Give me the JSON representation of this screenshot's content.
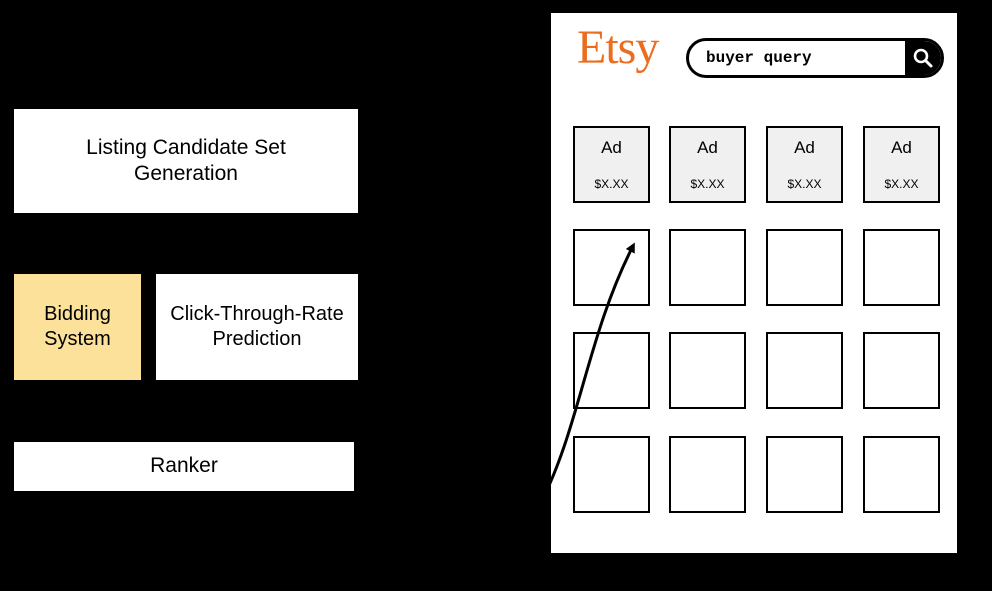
{
  "pipeline": {
    "candidate_generation": "Listing Candidate Set Generation",
    "bidding": "Bidding System",
    "ctr": "Click-Through-Rate Prediction",
    "ranker": "Ranker"
  },
  "search_page": {
    "logo": "Etsy",
    "search_query": "buyer query",
    "search_icon": "search-icon",
    "ad_tiles": [
      {
        "label": "Ad",
        "price": "$X.XX"
      },
      {
        "label": "Ad",
        "price": "$X.XX"
      },
      {
        "label": "Ad",
        "price": "$X.XX"
      },
      {
        "label": "Ad",
        "price": "$X.XX"
      }
    ]
  },
  "colors": {
    "background": "#000000",
    "bidding_fill": "#fce19a",
    "etsy_orange": "#eb6d20",
    "ad_fill": "#f0f0f0"
  }
}
